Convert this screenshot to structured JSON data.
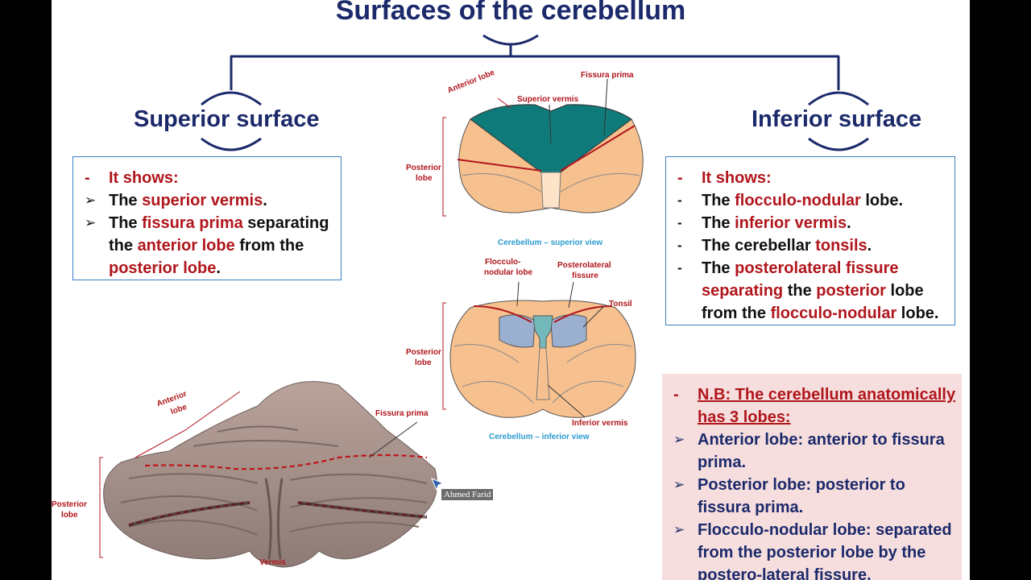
{
  "title": "Surfaces of the cerebellum",
  "superior": {
    "heading": "Superior surface",
    "dash": "-",
    "shows": "It shows:",
    "l1_a": "The ",
    "l1_b": "superior vermis",
    "l1_c": ".",
    "l2_a": "The ",
    "l2_b": "fissura prima",
    "l2_c": " separating",
    "l3_a": "the ",
    "l3_b": "anterior lobe",
    "l3_c": " from the",
    "l4_b": "posterior lobe",
    "l4_c": "."
  },
  "inferior": {
    "heading": "Inferior surface",
    "dash": "-",
    "shows": "It shows:",
    "l1_a": "The ",
    "l1_b": "flocculo-nodular",
    "l1_c": " lobe.",
    "l2_a": "The ",
    "l2_b": "inferior vermis",
    "l2_c": ".",
    "l3_a": "The cerebellar ",
    "l3_b": "tonsils",
    "l3_c": ".",
    "l4_a": "The ",
    "l4_b": "posterolateral fissure",
    "l5_a": "separating",
    "l5_b": " the ",
    "l5_c": "posterior",
    "l5_d": " lobe",
    "l6_a": "from the ",
    "l6_b": "flocculo-nodular",
    "l6_c": " lobe."
  },
  "nb": {
    "dash": "-",
    "head1": "N.B: The cerebellum anatomically",
    "head2": "has 3 lobes:",
    "i1a": "Anterior lobe: anterior to fissura",
    "i1b": "prima.",
    "i2a": "Posterior lobe: posterior to",
    "i2b": "fissura prima.",
    "i3a": "Flocculo-nodular lobe: separated",
    "i3b": "from the posterior lobe by the",
    "i3c": "postero-lateral fissure."
  },
  "diagram_superior": {
    "anterior_lobe": "Anterior lobe",
    "superior_vermis": "Superior vermis",
    "fissura_prima": "Fissura prima",
    "posterior_lobe_1": "Posterior",
    "posterior_lobe_2": "lobe",
    "caption": "Cerebellum – superior view"
  },
  "diagram_inferior": {
    "flocculo_1": "Flocculo-",
    "flocculo_2": "nodular lobe",
    "posterolateral_1": "Posterolateral",
    "posterolateral_2": "fissure",
    "tonsil": "Tonsil",
    "posterior_lobe_1": "Posterior",
    "posterior_lobe_2": "lobe",
    "inferior_vermis": "Inferior vermis",
    "caption": "Cerebellum – inferior view"
  },
  "photo": {
    "anterior_lobe_1": "Anterior",
    "anterior_lobe_2": "lobe",
    "fissura_prima": "Fissura prima",
    "posterior_lobe_1": "Posterior",
    "posterior_lobe_2": "lobe",
    "vermis": "Vermis"
  },
  "cursor_tag": "Ahmed Farid",
  "colors": {
    "navy": "#1c2a6b",
    "red": "#b0161c",
    "box_border": "#3b7fc4",
    "nb_bg": "#f6dede"
  }
}
